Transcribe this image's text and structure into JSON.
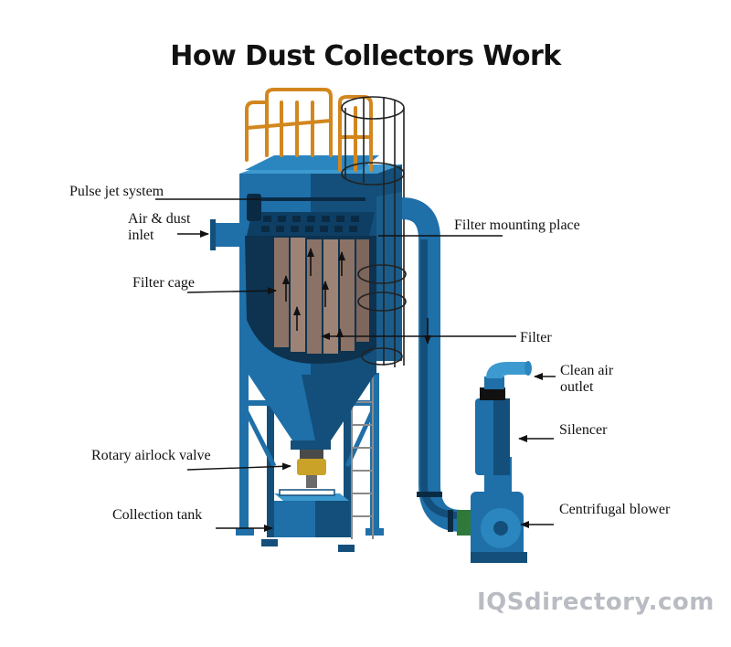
{
  "title": "How Dust Collectors Work",
  "labels": {
    "pulse_jet_system": "Pulse jet system",
    "air_dust_inlet_line1": "Air & dust",
    "air_dust_inlet_line2": "inlet",
    "filter_mounting_place": "Filter mounting place",
    "filter_cage": "Filter cage",
    "filter": "Filter",
    "clean_air_outlet_line1": "Clean air",
    "clean_air_outlet_line2": "outlet",
    "silencer": "Silencer",
    "rotary_airlock_valve": "Rotary airlock valve",
    "collection_tank": "Collection tank",
    "centrifugal_blower": "Centrifugal blower"
  },
  "watermark": "IQSdirectory.com",
  "colors": {
    "body_blue": "#1f6fa8",
    "dark_blue": "#134f7a",
    "light_blue": "#3d9ad0",
    "railing_orange": "#d2871e",
    "filter_brown": "#8b7266",
    "valve_gold": "#c9a227"
  }
}
